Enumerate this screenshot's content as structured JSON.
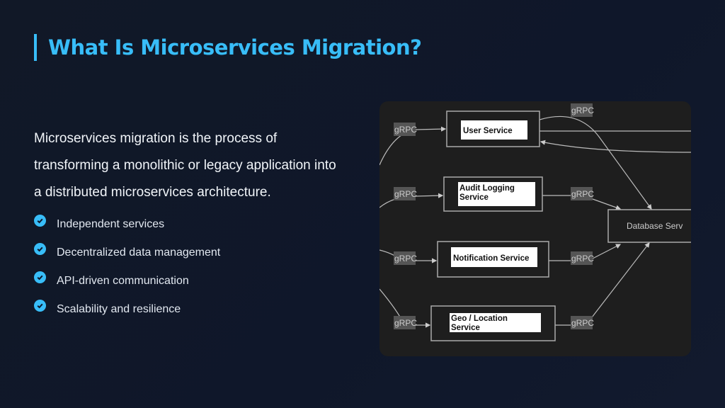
{
  "title": "What Is Microservices Migration?",
  "intro": "Microservices migration is the process of transforming a monolithic or legacy application into a distributed microservices architecture.",
  "bullets": [
    "Independent services",
    "Decentralized data management",
    "API-driven communication",
    "Scalability and resilience"
  ],
  "diagram": {
    "services": [
      "User Service",
      "Audit Logging Service",
      "Notification Service",
      "Geo / Location Service"
    ],
    "database": "Database Serv",
    "protocol": "gRPC"
  },
  "colors": {
    "accent": "#38bdf8",
    "background": "#111827",
    "diagram_bg": "#1e1e1e"
  }
}
